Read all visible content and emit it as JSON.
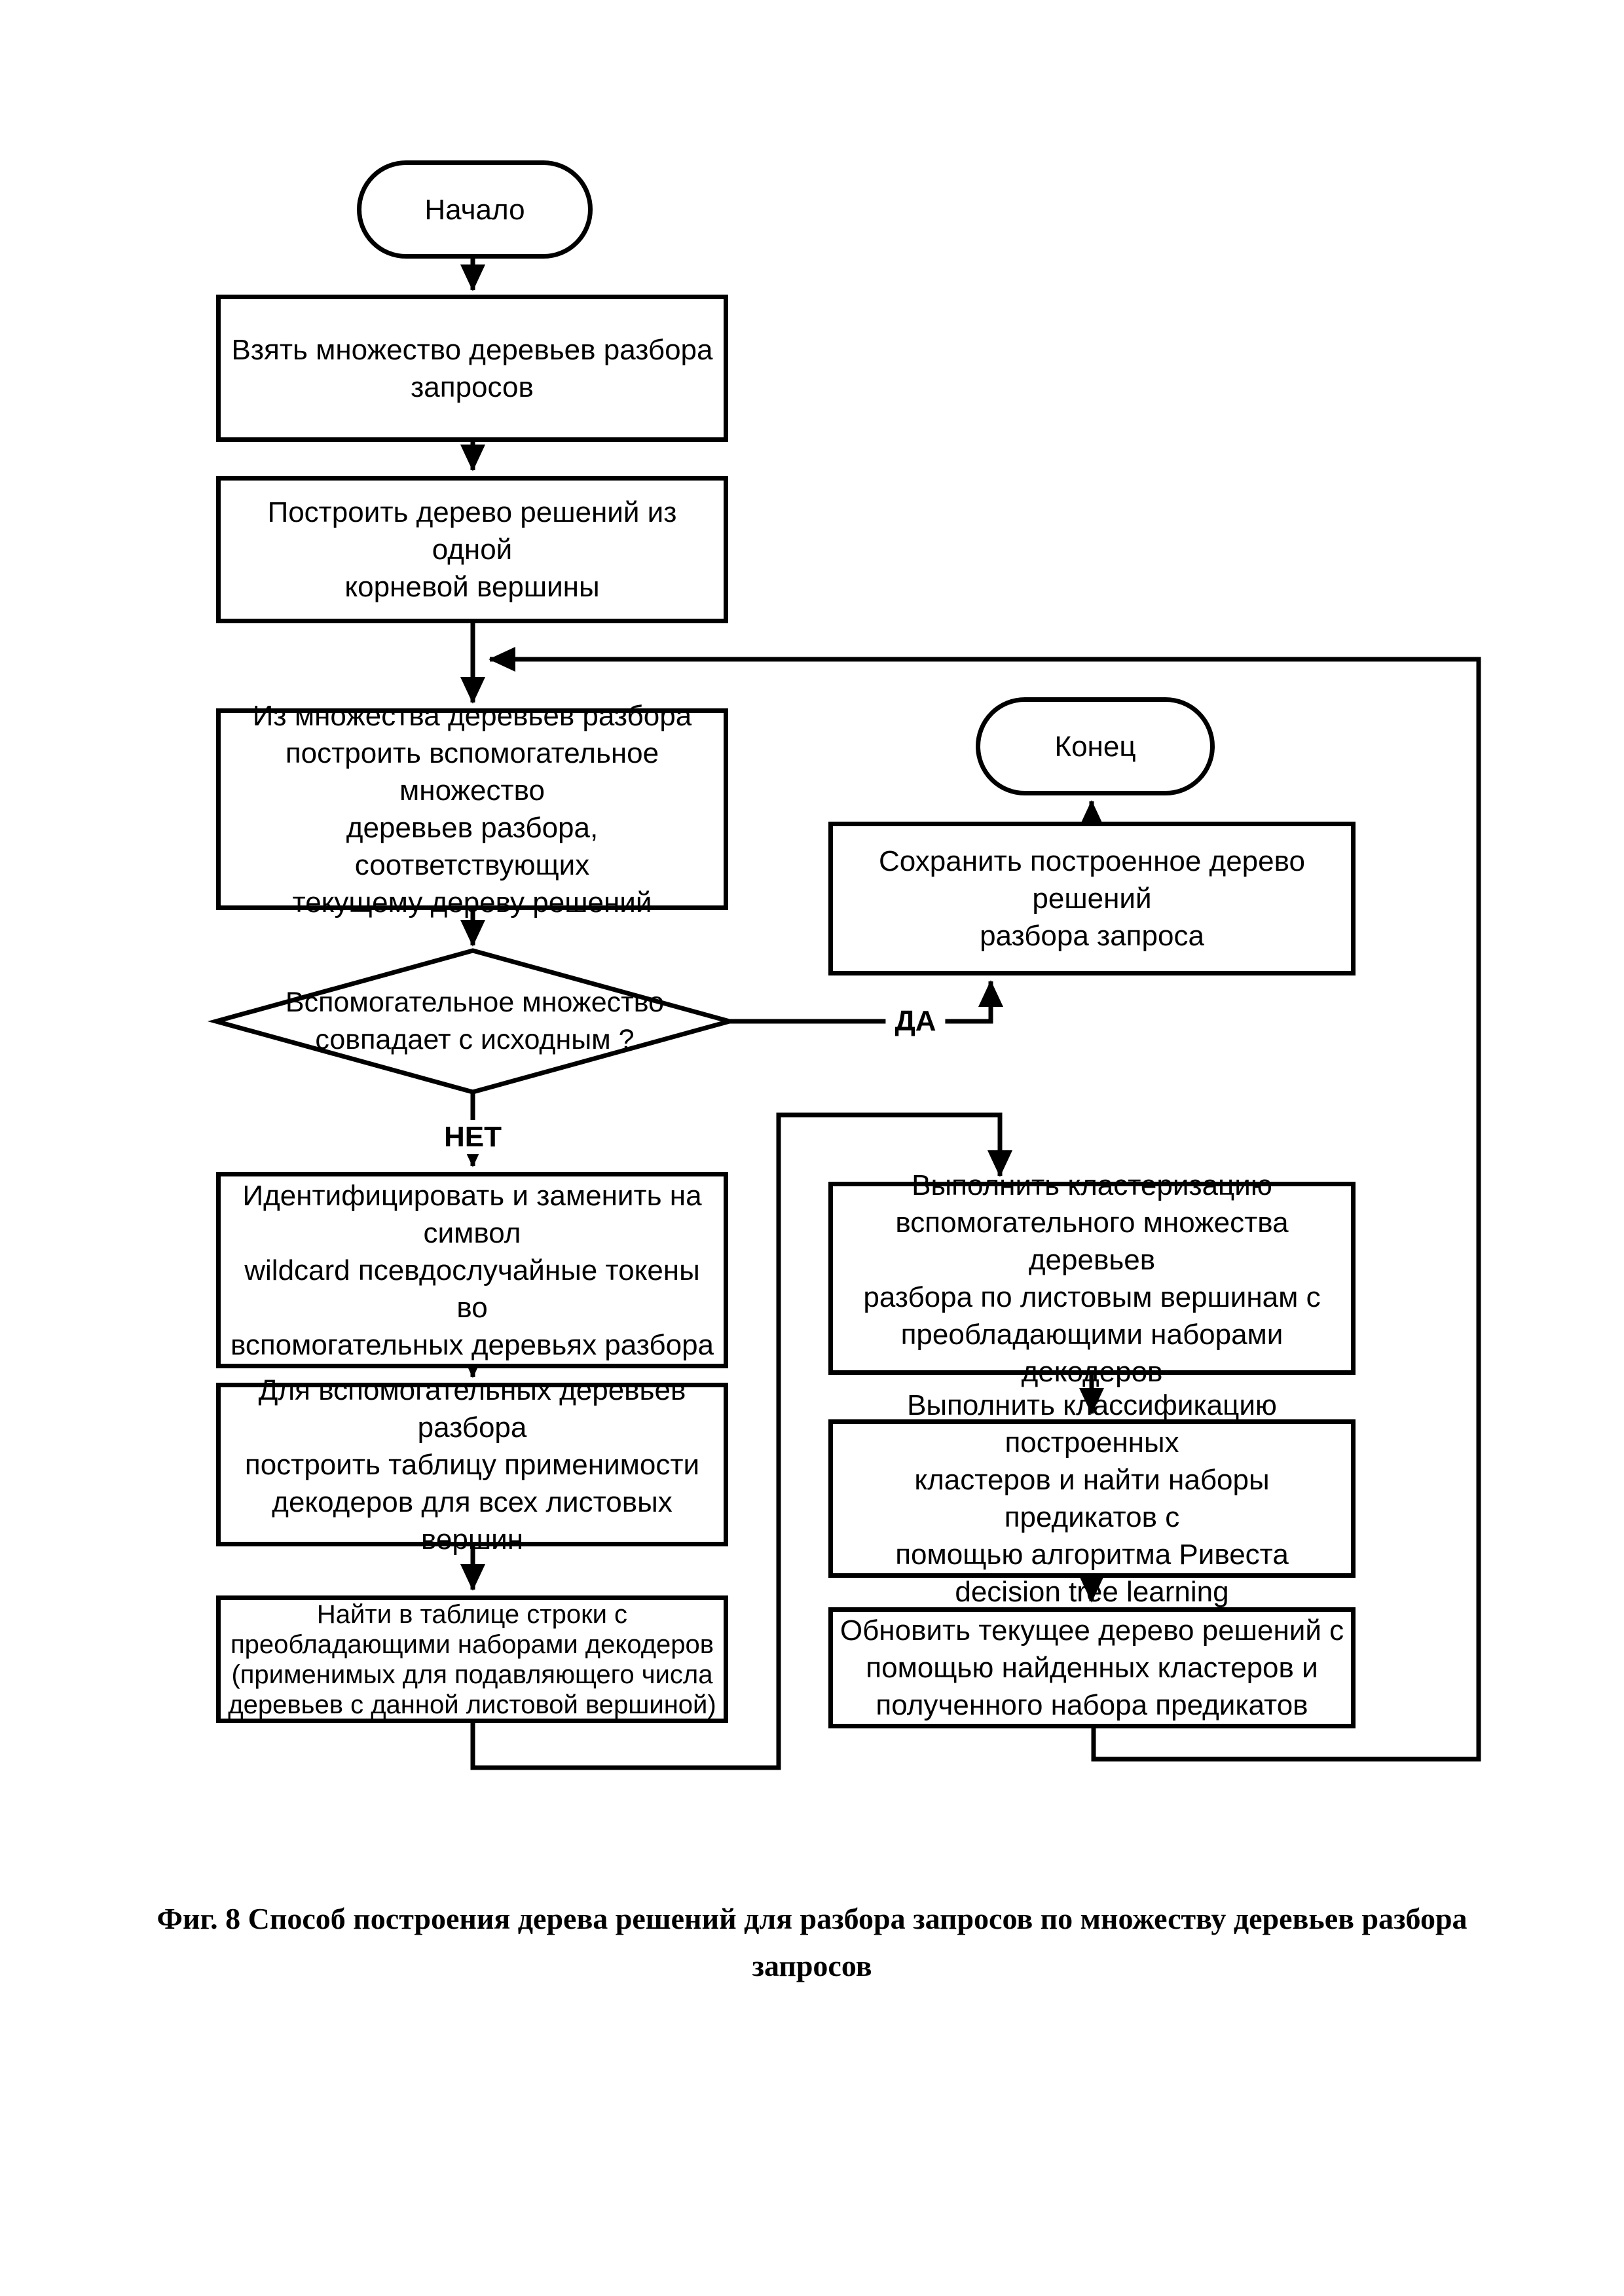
{
  "flowchart": {
    "nodes": {
      "start": "Начало",
      "take_set": "Взять множество деревьев разбора\nзапросов",
      "build_root": "Построить дерево решений из одной\nкорневой вершины",
      "build_aux": "Из множества деревьев разбора\nпостроить вспомогательное множество\nдеревьев разбора, соответствующих\nтекущему дереву решений",
      "decision": "Вспомогательное множество\nсовпадает с исходным ?",
      "no_label": "НЕТ",
      "yes_label": "ДА",
      "end": "Конец",
      "save_tree": "Сохранить построенное дерево решений\nразбора запроса",
      "wildcard": "Идентифицировать и заменить на символ\nwildcard псевдослучайные токены во\nвспомогательных деревьях разбора",
      "build_table": "Для вспомогательных деревьев разбора\nпостроить таблицу применимости\nдекодеров для всех листовых вершин",
      "find_rows": "Найти в таблице строки с\nпреобладающими наборами декодеров\n(применимых для подавляющего числа\nдеревьев с данной листовой вершиной)",
      "clusterize": "Выполнить кластеризацию\nвспомогательного множества деревьев\nразбора по листовым вершинам с\nпреобладающими наборами декодеров",
      "classify": "Выполнить классификацию построенных\nкластеров и найти наборы предикатов с\nпомощью алгоритма Ривеста\ndecision tree learning",
      "update_tree": "Обновить текущее дерево решений с\nпомощью найденных кластеров и\nполученного набора предикатов"
    },
    "line_color": "#000000",
    "background": "#ffffff"
  },
  "caption": "Фиг.  8 Способ построения дерева решений для разбора запросов по множеству деревьев разбора\nзапросов"
}
